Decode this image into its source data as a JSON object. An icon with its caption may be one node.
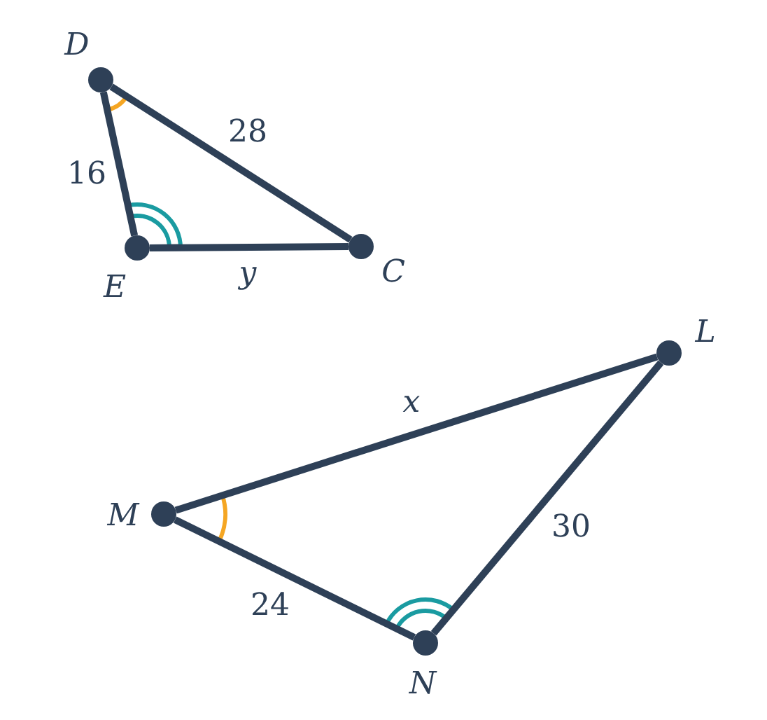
{
  "diagram": {
    "nodes": [
      {
        "text": [
          "D"
        ]
      },
      {
        "text": [
          "E"
        ]
      },
      {
        "text": [
          "C"
        ]
      },
      {
        "text": [
          "M"
        ]
      },
      {
        "text": [
          "N"
        ]
      },
      {
        "text": [
          "L"
        ]
      }
    ],
    "edges": [
      {
        "from": 0,
        "to": 2,
        "arrow": "none",
        "label": "28"
      },
      {
        "from": 0,
        "to": 1,
        "arrow": "none",
        "label": "16"
      },
      {
        "from": 1,
        "to": 2,
        "arrow": "none",
        "label": "y"
      },
      {
        "from": 3,
        "to": 5,
        "arrow": "none",
        "label": "x"
      },
      {
        "from": 3,
        "to": 4,
        "arrow": "none",
        "label": "24"
      },
      {
        "from": 4,
        "to": 5,
        "arrow": "none",
        "label": "30"
      }
    ]
  }
}
